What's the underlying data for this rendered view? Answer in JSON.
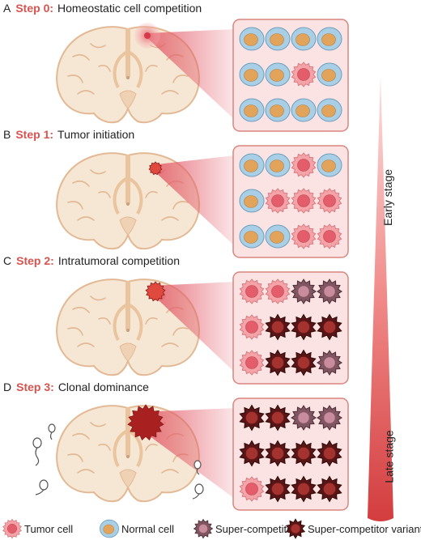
{
  "steps": [
    {
      "letter": "A",
      "step": "Step 0",
      "desc": "Homeostatic cell competition",
      "grid": [
        [
          "N",
          "N",
          "N",
          "N"
        ],
        [
          "N",
          "N",
          "T",
          "N"
        ],
        [
          "N",
          "N",
          "N",
          "N"
        ]
      ]
    },
    {
      "letter": "B",
      "step": "Step 1",
      "desc": "Tumor initiation",
      "grid": [
        [
          "N",
          "N",
          "T",
          "N"
        ],
        [
          "N",
          "T",
          "T",
          "T"
        ],
        [
          "N",
          "N",
          "T",
          "T"
        ]
      ]
    },
    {
      "letter": "C",
      "step": "Step 2",
      "desc": "Intratumoral competition",
      "grid": [
        [
          "T",
          "T",
          "S",
          "S"
        ],
        [
          "T",
          "V",
          "V",
          "V"
        ],
        [
          "T",
          "V",
          "V",
          "S"
        ]
      ]
    },
    {
      "letter": "D",
      "step": "Step 3",
      "desc": "Clonal dominance",
      "grid": [
        [
          "V",
          "V",
          "S",
          "S"
        ],
        [
          "V",
          "V",
          "V",
          "V"
        ],
        [
          "T",
          "V",
          "V",
          "V"
        ]
      ]
    }
  ],
  "stage_axis": {
    "top_label": "Early stage",
    "bottom_label": "Late stage"
  },
  "legend": [
    {
      "type": "T",
      "label": "Tumor cell"
    },
    {
      "type": "N",
      "label": "Normal cell"
    },
    {
      "type": "S",
      "label": "Super-competitor"
    },
    {
      "type": "V",
      "label": "Super-competitor variant"
    }
  ],
  "colors": {
    "accent": "#d9534f",
    "brain_fill": "#f6e7d4",
    "brain_stroke": "#e2b994",
    "panel_fill": "#fbe3e4",
    "panel_stroke": "#d9857f",
    "tumor_cell": "#f4a4a8",
    "tumor_nucleus": "#e35d6a",
    "normal_cell": "#a9cfe6",
    "normal_nucleus": "#e2a35a",
    "super_competitor": "#7f5661",
    "super_competitor_nucleus": "#c98c9c",
    "variant_cell": "#5a1616",
    "variant_nucleus": "#a4322e",
    "cone": "#e2686a"
  }
}
